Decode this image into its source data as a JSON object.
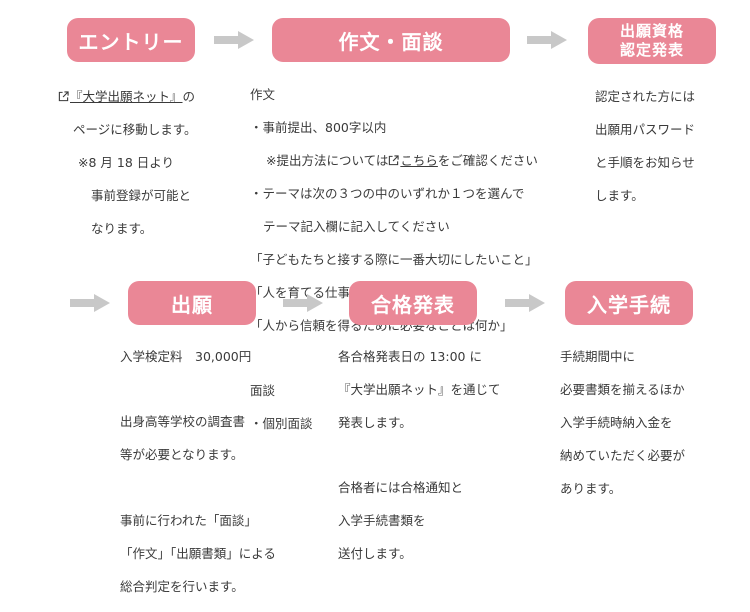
{
  "colors": {
    "accent": "#ea8796",
    "arrow": "#c8c8c8",
    "text": "#3a3a3a"
  },
  "steps": {
    "entry": {
      "label": "エントリー",
      "link": "『大学出願ネット』",
      "line1_rest": "の",
      "line2": "ページに移動します。",
      "note1": "※8 月 18 日より",
      "note2": "事前登録が可能と",
      "note3": "なります。"
    },
    "essay": {
      "label": "作文・面談",
      "heading": "作文",
      "b1": "・事前提出、800字以内",
      "b1_note_pre": "※提出方法については",
      "b1_note_link": "こちら",
      "b1_note_post": "をご確認ください",
      "b2": "・テーマは次の３つの中のいずれか１つを選んで",
      "b2_cont": "テーマ記入欄に記入してください",
      "t1": "「子どもたちと接する際に一番大切にしたいこと」",
      "t2": "「人を育てる仕事」",
      "t3": "「人から信頼を得るために必要なことは何か」",
      "interview_heading": "面談",
      "interview_item": "・個別面談"
    },
    "cert": {
      "label1": "出願資格",
      "label2": "認定発表",
      "d1": "認定された方には",
      "d2": "出願用パスワード",
      "d3": "と手順をお知らせ",
      "d4": "します。"
    },
    "apply": {
      "label": "出願",
      "fee": "入学検定料　30,000円",
      "d1": "出身高等学校の調査書",
      "d2": "等が必要となります。",
      "d3": "事前に行われた「面談」",
      "d4": "「作文」「出願書類」による",
      "d5": "総合判定を行います。"
    },
    "result": {
      "label": "合格発表",
      "d1": "各合格発表日の 13:00 に",
      "d2": "『大学出願ネット』を通じて",
      "d3": "発表します。",
      "d4": "合格者には合格通知と",
      "d5": "入学手続書類を",
      "d6": "送付します。"
    },
    "enroll": {
      "label": "入学手続",
      "d1": "手続期間中に",
      "d2": "必要書類を揃えるほか",
      "d3": "入学手続時納入金を",
      "d4": "納めていただく必要が",
      "d5": "あります。"
    }
  }
}
